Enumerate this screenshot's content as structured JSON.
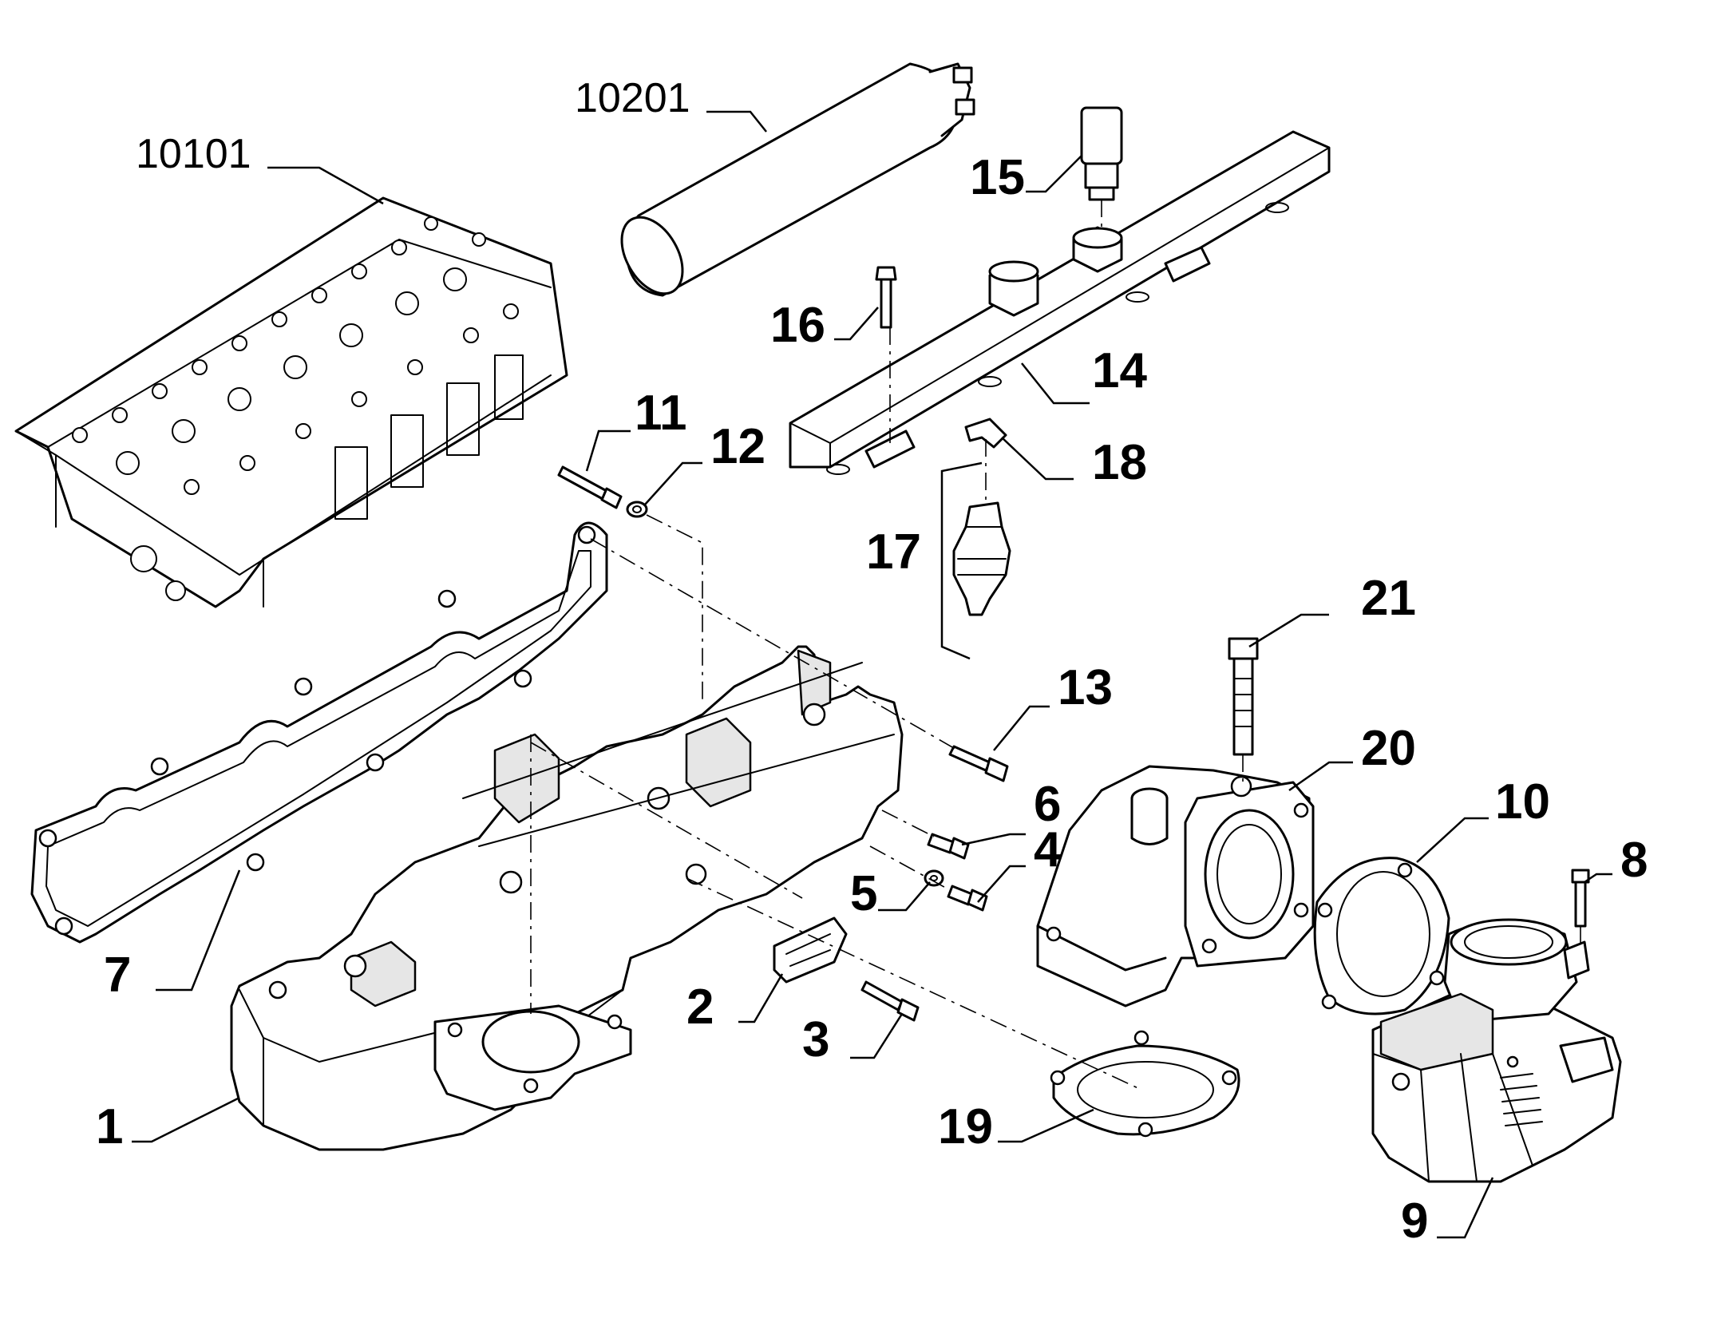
{
  "diagram": {
    "callouts": [
      {
        "id": "c10101",
        "label": "10101"
      },
      {
        "id": "c10201",
        "label": "10201"
      },
      {
        "id": "c15",
        "label": "15"
      },
      {
        "id": "c16",
        "label": "16"
      },
      {
        "id": "c14",
        "label": "14"
      },
      {
        "id": "c11",
        "label": "11"
      },
      {
        "id": "c12",
        "label": "12"
      },
      {
        "id": "c18",
        "label": "18"
      },
      {
        "id": "c17",
        "label": "17"
      },
      {
        "id": "c21",
        "label": "21"
      },
      {
        "id": "c13",
        "label": "13"
      },
      {
        "id": "c20",
        "label": "20"
      },
      {
        "id": "c10",
        "label": "10"
      },
      {
        "id": "c6",
        "label": "6"
      },
      {
        "id": "c4",
        "label": "4"
      },
      {
        "id": "c5",
        "label": "5"
      },
      {
        "id": "c8",
        "label": "8"
      },
      {
        "id": "c7",
        "label": "7"
      },
      {
        "id": "c2",
        "label": "2"
      },
      {
        "id": "c3",
        "label": "3"
      },
      {
        "id": "c1",
        "label": "1"
      },
      {
        "id": "c19",
        "label": "19"
      },
      {
        "id": "c9",
        "label": "9"
      }
    ]
  }
}
